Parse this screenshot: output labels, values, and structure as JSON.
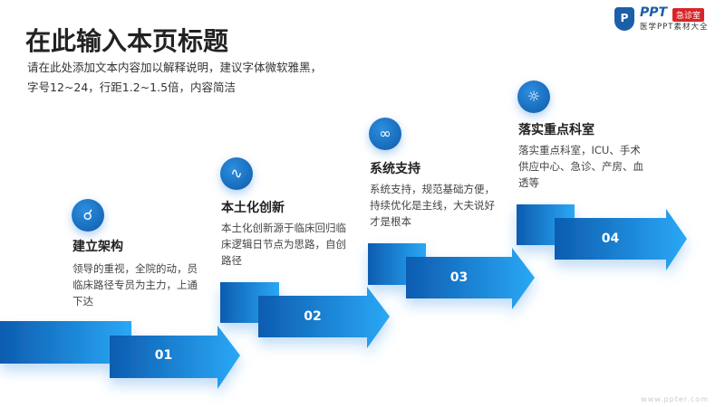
{
  "header": {
    "title": "在此输入本页标题",
    "subtitle": "请在此处添加文本内容加以解释说明，建议字体微软雅黑，字号12~24，行距1.2~1.5倍，内容简洁"
  },
  "logo": {
    "shield_letter": "P",
    "brand": "PPT",
    "badge": "急诊室",
    "tagline": "医学PPT素材大全"
  },
  "steps": [
    {
      "number": "01",
      "title": "建立架构",
      "description": "领导的重视，全院的动，员临床路径专员为主力，上通下达",
      "icon": "share-nodes-icon"
    },
    {
      "number": "02",
      "title": "本土化创新",
      "description": "本土化创新源于临床回归临床逻辑日节点为思路，自创路径",
      "icon": "dna-icon"
    },
    {
      "number": "03",
      "title": "系统支持",
      "description": "系统支持，规范基础方便，持续优化是主线，大夫说好才是根本",
      "icon": "link-icon"
    },
    {
      "number": "04",
      "title": "落实重点科室",
      "description": "落实重点科室，ICU、手术供应中心、急诊、产房、血透等",
      "icon": "sun-icon"
    }
  ],
  "watermark": "www.ppter.com",
  "colors": {
    "accent_dark": "#0d5cb0",
    "accent_light": "#2aa8f5"
  }
}
